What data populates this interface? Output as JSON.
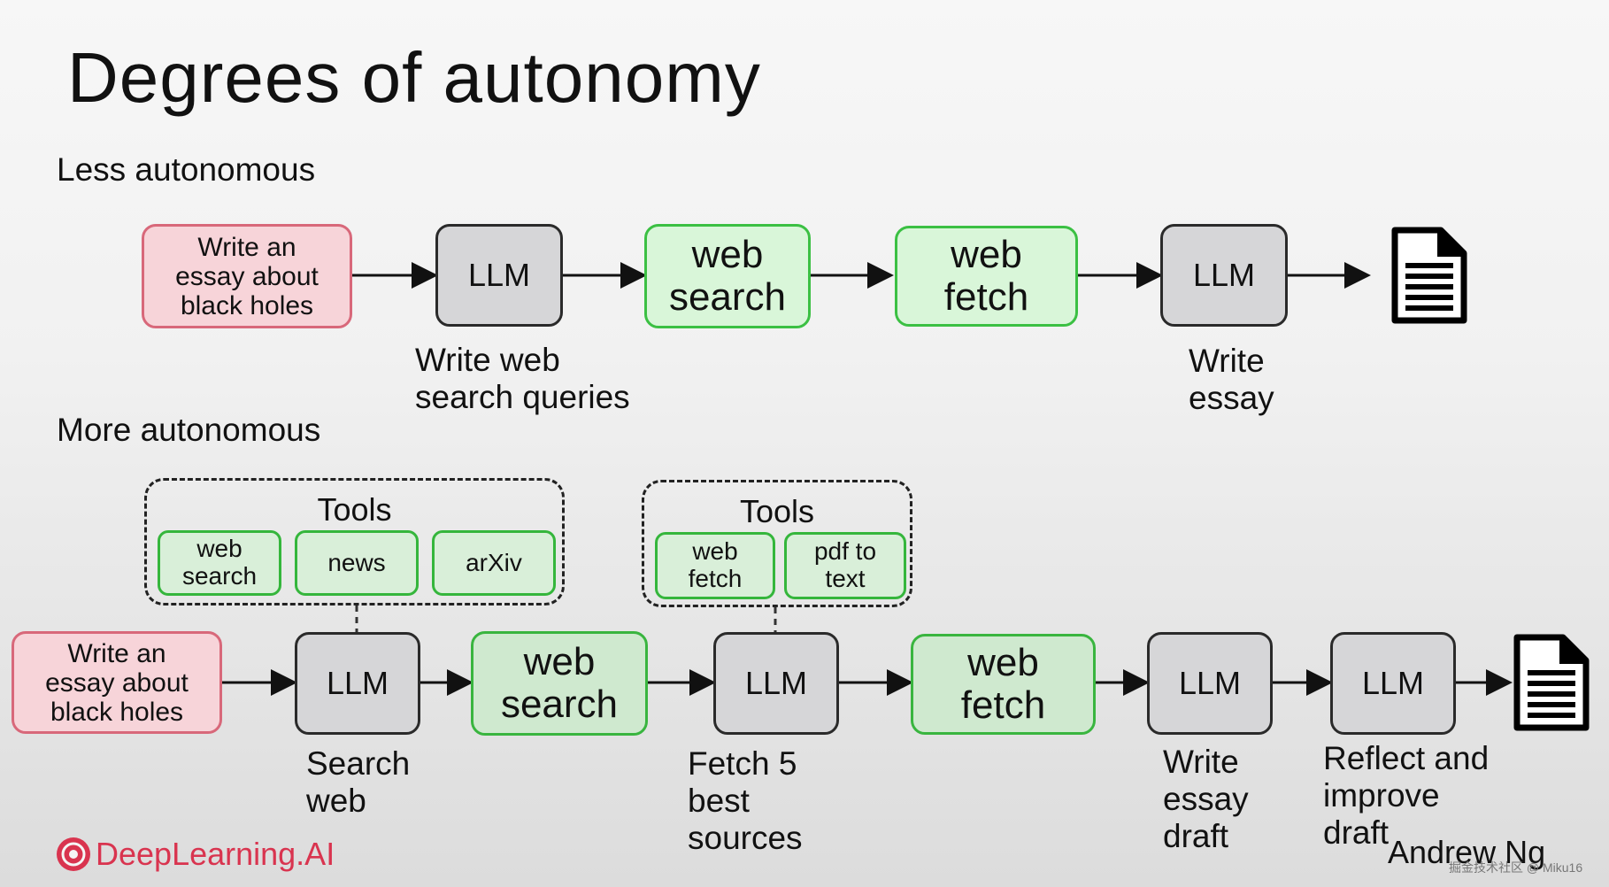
{
  "title": "Degrees of autonomy",
  "less": {
    "heading": "Less autonomous",
    "prompt": "Write an essay about black holes",
    "llm1": "LLM",
    "tool1": "web search",
    "tool2": "web fetch",
    "llm2": "LLM",
    "caption1": "Write web\nsearch queries",
    "caption2": "Write\nessay",
    "output_icon": "document-icon"
  },
  "more": {
    "heading": "More autonomous",
    "group1": {
      "label": "Tools",
      "items": [
        "web search",
        "news",
        "arXiv"
      ]
    },
    "group2": {
      "label": "Tools",
      "items": [
        "web fetch",
        "pdf to text"
      ]
    },
    "prompt": "Write an essay about black holes",
    "llm1": "LLM",
    "tool1": "web search",
    "llm2": "LLM",
    "tool2": "web fetch",
    "llm3": "LLM",
    "llm4": "LLM",
    "caption1": "Search\nweb",
    "caption2": "Fetch 5\nbest\nsources",
    "caption3": "Write\nessay\ndraft",
    "caption4": "Reflect and\nimprove\ndraft",
    "output_icon": "document-icon"
  },
  "footer": {
    "logo": "DeepLearning.AI",
    "author": "Andrew Ng",
    "watermark": "掘金技术社区 @ Miku16"
  },
  "colors": {
    "prompt_fill": "#f7d4d9",
    "prompt_border": "#d8687a",
    "tool_fill": "#d9f6d9",
    "tool_border": "#3bc043",
    "llm_fill": "#d6d6d8",
    "logo": "#d9344f"
  }
}
